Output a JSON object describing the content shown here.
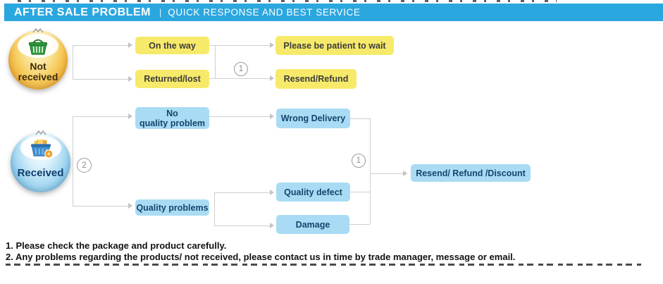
{
  "header": {
    "title": "AFTER SALE PROBLEM",
    "separator": "|",
    "subtitle": "QUICK RESPONSE AND BEST SERVICE"
  },
  "flow_not_received": {
    "badge_line1": "Not",
    "badge_line2": "received",
    "icon": "green-basket-icon",
    "causes": [
      "On the way",
      "Returned/lost"
    ],
    "join_label": "1",
    "outcomes": [
      "Please be patient to wait",
      "Resend/Refund"
    ]
  },
  "flow_received": {
    "badge_label": "Received",
    "icon": "blue-basket-icon",
    "branch_label": "2",
    "cause_top_lines": [
      "No",
      "quality problem"
    ],
    "cause_bottom": "Quality problems",
    "issues": [
      "Wrong Delivery",
      "Quality defect",
      "Damage"
    ],
    "merge_label": "1",
    "outcome": "Resend/ Refund /Discount"
  },
  "notes": [
    "1. Please check the package and product carefully.",
    "2. Any problems regarding the products/ not received, please contact us in time by trade manager, message or email."
  ],
  "colors": {
    "header_bg": "#2BA7E0",
    "yellow_node": "#F7EA6A",
    "blue_node": "#A9DCF4",
    "navy_text": "#15456D",
    "connector": "#CFCFCF",
    "badge_orange": "#F0A830",
    "badge_blue": "#6DB7E3"
  }
}
